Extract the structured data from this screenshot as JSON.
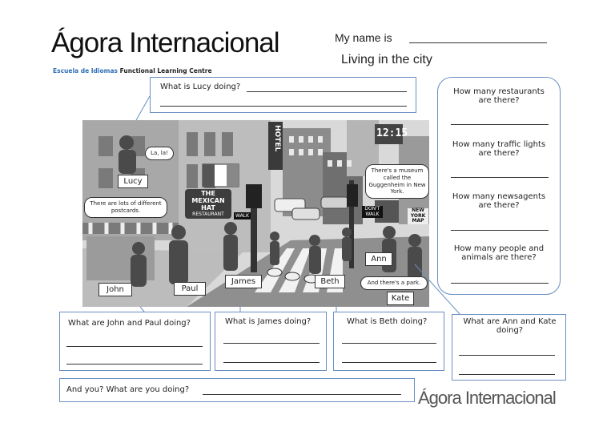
{
  "header": {
    "logo_main": "Ágora Internacional",
    "logo_sub_blue": "Escuela de Idiomas",
    "logo_sub_black": "Functional Learning Centre",
    "name_label": "My name is",
    "title": "Living in the city"
  },
  "questions": {
    "lucy": "What is Lucy doing?",
    "restaurants": "How many restaurants are there?",
    "traffic_lights": "How many traffic lights are there?",
    "newsagents": "How many newsagents are there?",
    "people_animals": "How many people and animals are there?",
    "john_paul": "What are John and Paul doing?",
    "james": "What is James doing?",
    "beth": "What is Beth doing?",
    "ann_kate": "What are Ann and Kate doing?",
    "you": "And you? What are you doing?"
  },
  "scene": {
    "names": {
      "lucy": "Lucy",
      "john": "John",
      "paul": "Paul",
      "james": "James",
      "beth": "Beth",
      "ann": "Ann",
      "kate": "Kate"
    },
    "bubbles": {
      "lalala": "La, la!",
      "postcards": "There are lots of different postcards.",
      "museum": "There's a museum called the Guggenheim in New York.",
      "park": "And there's a park."
    },
    "signs": {
      "hotel": "HOTEL",
      "restaurant": "THE MEXICAN HAT",
      "restaurant_sub": "RESTAURANT",
      "clock": "12:15",
      "walk": "WALK",
      "dont_walk": "DON'T WALK",
      "map": "NEW YORK MAP"
    }
  },
  "footer": {
    "logo": "Ágora Internacional"
  }
}
